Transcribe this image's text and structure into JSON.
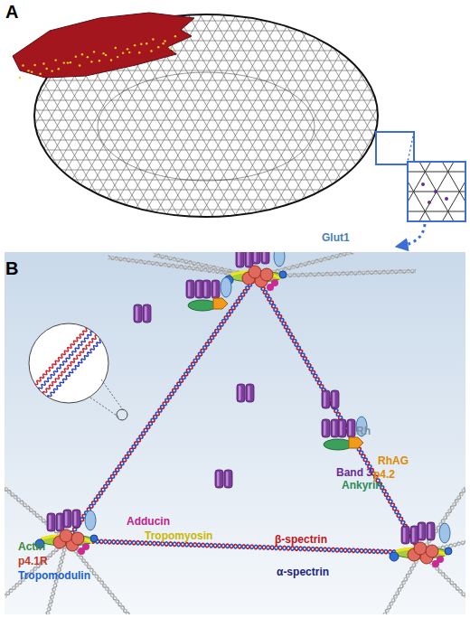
{
  "diagram": {
    "labels": [
      "A",
      "B",
      "Glut1",
      "Rh",
      "Band 3",
      "RhAG",
      "Ankyrin",
      "p4.2",
      "Adducin",
      "Tropomyosin",
      "β-spectrin",
      "Actin",
      "p4.1R",
      "α-spectrin",
      "Tropomodulin"
    ]
  }
}
